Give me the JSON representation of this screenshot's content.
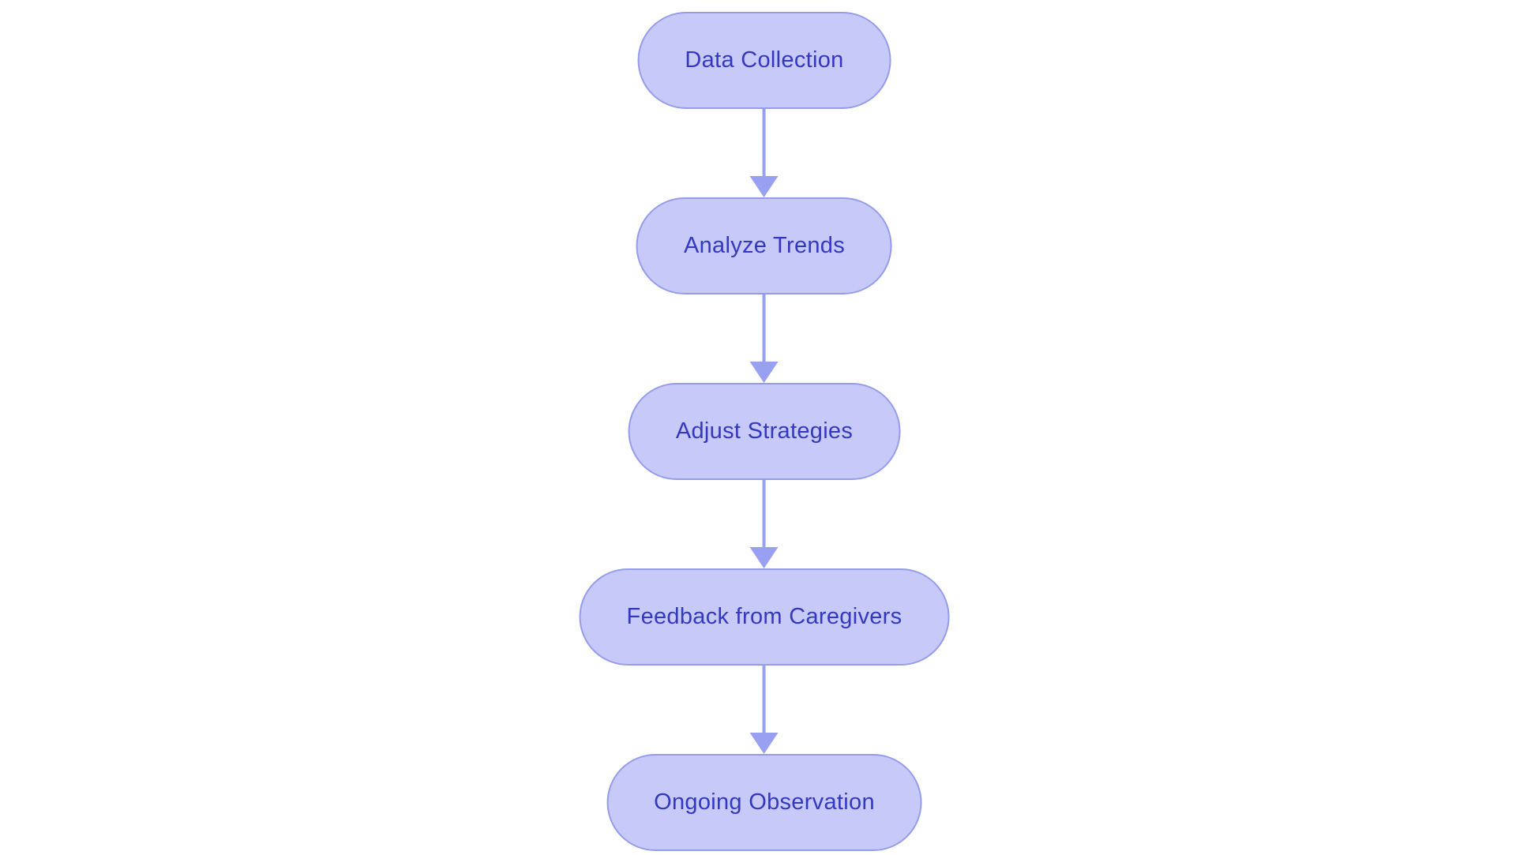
{
  "diagram": {
    "type": "flowchart",
    "direction": "top-down",
    "nodes": [
      {
        "id": "node-1",
        "label": "Data Collection"
      },
      {
        "id": "node-2",
        "label": "Analyze Trends"
      },
      {
        "id": "node-3",
        "label": "Adjust Strategies"
      },
      {
        "id": "node-4",
        "label": "Feedback from Caregivers"
      },
      {
        "id": "node-5",
        "label": "Ongoing Observation"
      }
    ],
    "edges": [
      {
        "from": "Data Collection",
        "to": "Analyze Trends"
      },
      {
        "from": "Analyze Trends",
        "to": "Adjust Strategies"
      },
      {
        "from": "Adjust Strategies",
        "to": "Feedback from Caregivers"
      },
      {
        "from": "Feedback from Caregivers",
        "to": "Ongoing Observation"
      }
    ],
    "colors": {
      "background": "#ffffff",
      "node_fill": "#c7caf8",
      "node_border": "#959ceb",
      "node_text": "#3338c1",
      "arrow": "#98a1f1"
    }
  }
}
